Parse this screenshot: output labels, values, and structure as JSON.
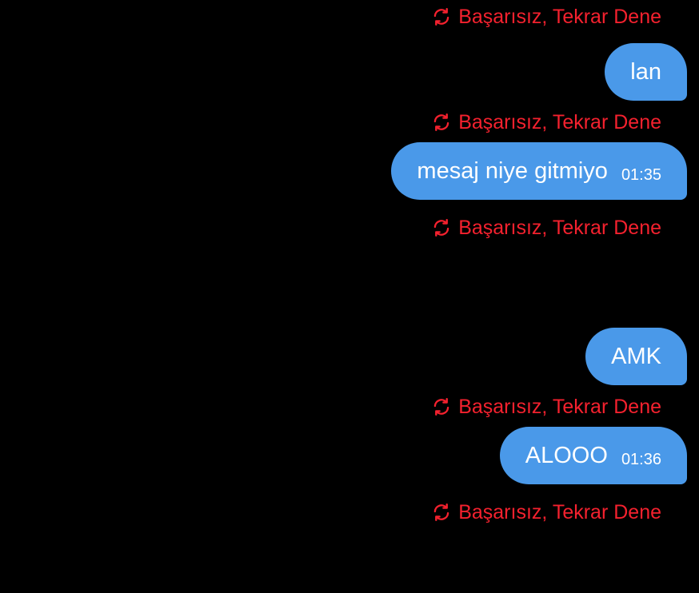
{
  "colors": {
    "background": "#000000",
    "bubble": "#4A99E9",
    "error": "#F4212E"
  },
  "status": {
    "icon": "refresh-icon",
    "label": "Başarısız, Tekrar Dene"
  },
  "messages": [
    {
      "text": "lan",
      "time": ""
    },
    {
      "text": "mesaj niye gitmiyo",
      "time": "01:35"
    },
    {
      "text": "AMK",
      "time": ""
    },
    {
      "text": "ALOOO",
      "time": "01:36"
    }
  ]
}
